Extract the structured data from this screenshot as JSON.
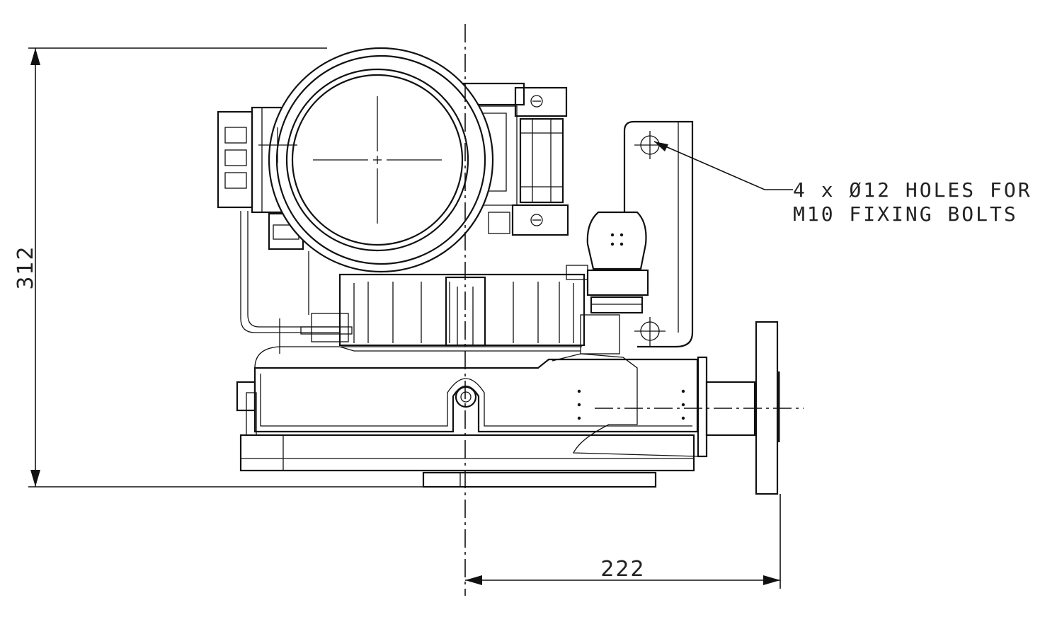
{
  "dimensions": {
    "height": "312",
    "offset": "222"
  },
  "note": {
    "line1": "4 x Ø12 HOLES FOR",
    "line2": "M10 FIXING BOLTS"
  }
}
